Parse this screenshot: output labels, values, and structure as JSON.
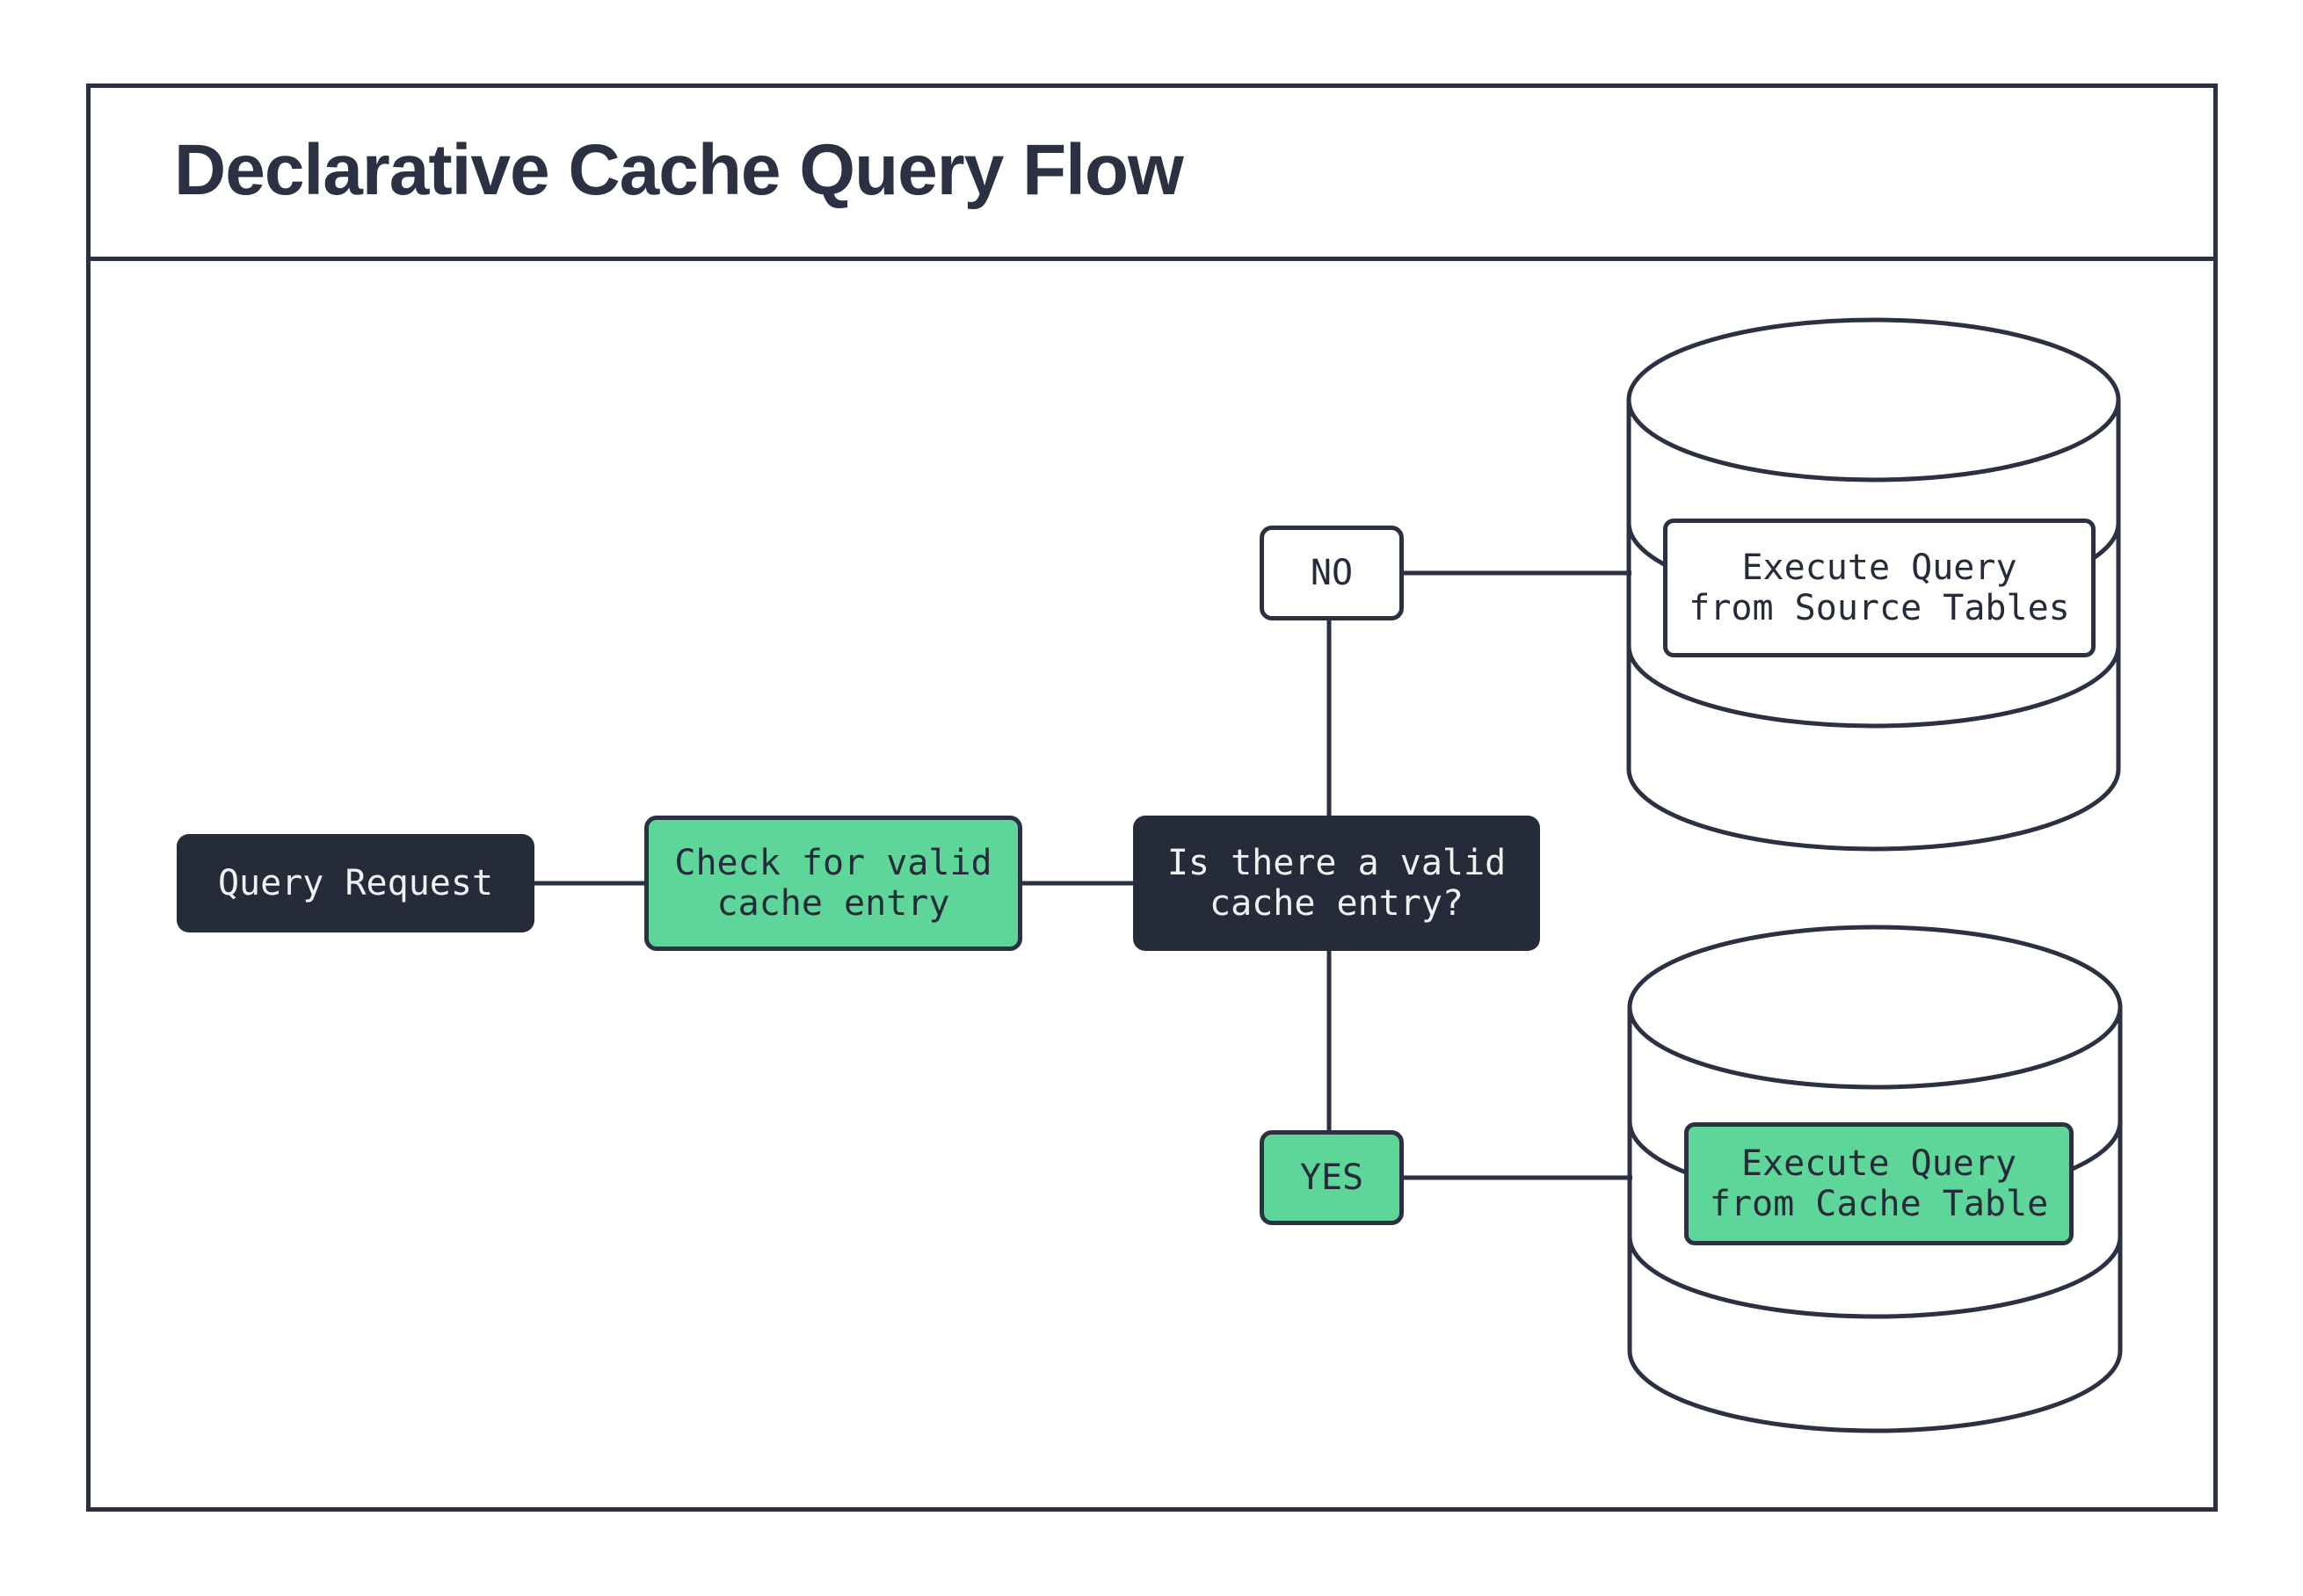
{
  "title": "Declarative Cache Query Flow",
  "colors": {
    "dark_fill": "#262b3a",
    "outline": "#2b3142",
    "green_fill": "#5ed699",
    "background": "#ffffff",
    "text_on_dark": "#eef0f2"
  },
  "nodes": {
    "query_request": {
      "label": "Query Request"
    },
    "check_cache": {
      "label": "Check for valid\ncache entry"
    },
    "decision": {
      "label": "Is there a valid\ncache entry?"
    },
    "no_branch": {
      "label": "NO"
    },
    "yes_branch": {
      "label": "YES"
    },
    "source_db": {
      "label": "Execute Query\nfrom Source Tables"
    },
    "cache_db": {
      "label": "Execute Query\nfrom Cache Table"
    }
  }
}
